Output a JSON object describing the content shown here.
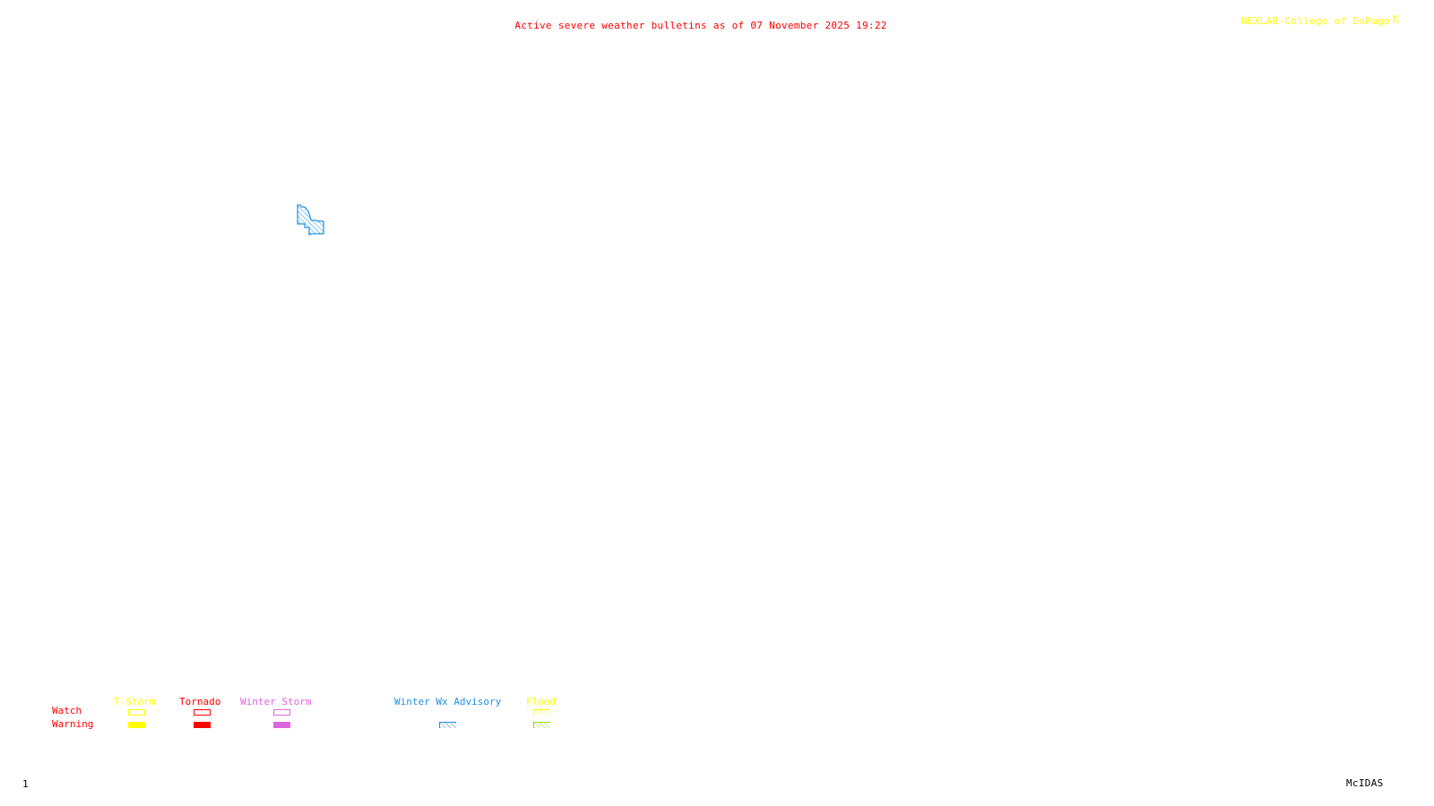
{
  "header": {
    "title": "Active severe weather bulletins as of 07 November 2025 19:22",
    "credit": "NEXLAB-College of DuPage",
    "credit_icon": "arrow-cursor-icon"
  },
  "footer": {
    "frame_number": "1",
    "software": "McIDAS"
  },
  "colors": {
    "title": "#ff0000",
    "credit": "#ffff00",
    "tstorm": "#ffff00",
    "tornado": "#ff0000",
    "winter_storm": "#dd66dd",
    "winter_wx_advisory": "#1e90e6",
    "flood_watch": "#ffff00",
    "flood_warning": "#88dd22",
    "row_labels": "#ff0000",
    "footer_text": "#000000"
  },
  "legend": {
    "rows": [
      "Watch",
      "Warning"
    ],
    "columns": [
      {
        "label": "T-Storm",
        "watch": "outline",
        "warning": "solid",
        "color_key": "tstorm"
      },
      {
        "label": "Tornado",
        "watch": "outline",
        "warning": "solid",
        "color_key": "tornado"
      },
      {
        "label": "Winter Storm",
        "watch": "outline",
        "warning": "solid",
        "color_key": "winter_storm"
      },
      {
        "label": "Winter Wx Advisory",
        "watch": null,
        "warning": "hatched",
        "color_key": "winter_wx_advisory"
      },
      {
        "label": "Flood",
        "watch": "hatched",
        "warning": "hatched",
        "color_key": "flood_watch"
      }
    ]
  },
  "map": {
    "active_bulletins": [
      {
        "type": "Winter Wx Advisory",
        "style": "hatched",
        "color_key": "winter_wx_advisory"
      }
    ]
  }
}
